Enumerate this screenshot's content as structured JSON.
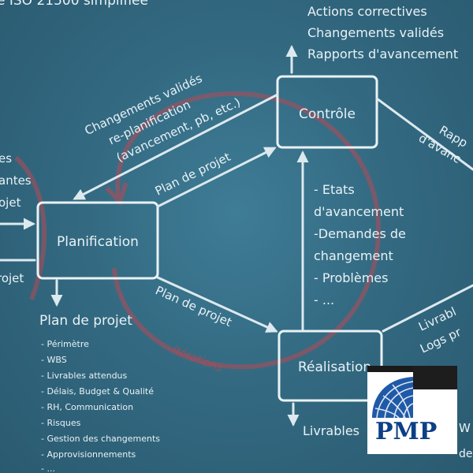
{
  "title_partial": "e ISO 21500 simplifiée",
  "controle": {
    "label": "Contrôle",
    "outputs": [
      "Actions correctives",
      "Changements validés",
      "Rapports d'avancement"
    ]
  },
  "planification": {
    "label": "Planification",
    "output_title": "Plan de projet",
    "output_items": [
      "- Périmètre",
      "- WBS",
      "- Livrables attendus",
      "- Délais, Budget & Qualité",
      "- RH, Communication",
      "- Risques",
      "- Gestion des changements",
      "- Approvisionnements",
      "- ..."
    ]
  },
  "realisation": {
    "label": "Réalisation",
    "output": "Livrables"
  },
  "feedback_label": [
    "Changements validés",
    "re-planification",
    "(avancement, pb, etc.)"
  ],
  "plan_top_label": "Plan de projet",
  "plan_bottom_label": "Plan de projet",
  "reports_list": [
    "- Etats",
    "d'avancement",
    "-Demandes de",
    "changement",
    "- Problèmes",
    "- ..."
  ],
  "iterations_label": "itérations",
  "right_partial": {
    "upper": [
      "Rapp",
      "d'avanc"
    ],
    "lower": [
      "Livrabl",
      "Logs pr"
    ],
    "bottom": [
      "W",
      "de"
    ]
  },
  "left_partial": [
    "es",
    "antes",
    "ojet",
    "rojet"
  ],
  "logo": {
    "text": "PMP"
  },
  "colors": {
    "board": "#336a82",
    "chalk": "#e9f2f5",
    "cycle": "#b24a55",
    "logo_blue": "#0d3f86"
  }
}
